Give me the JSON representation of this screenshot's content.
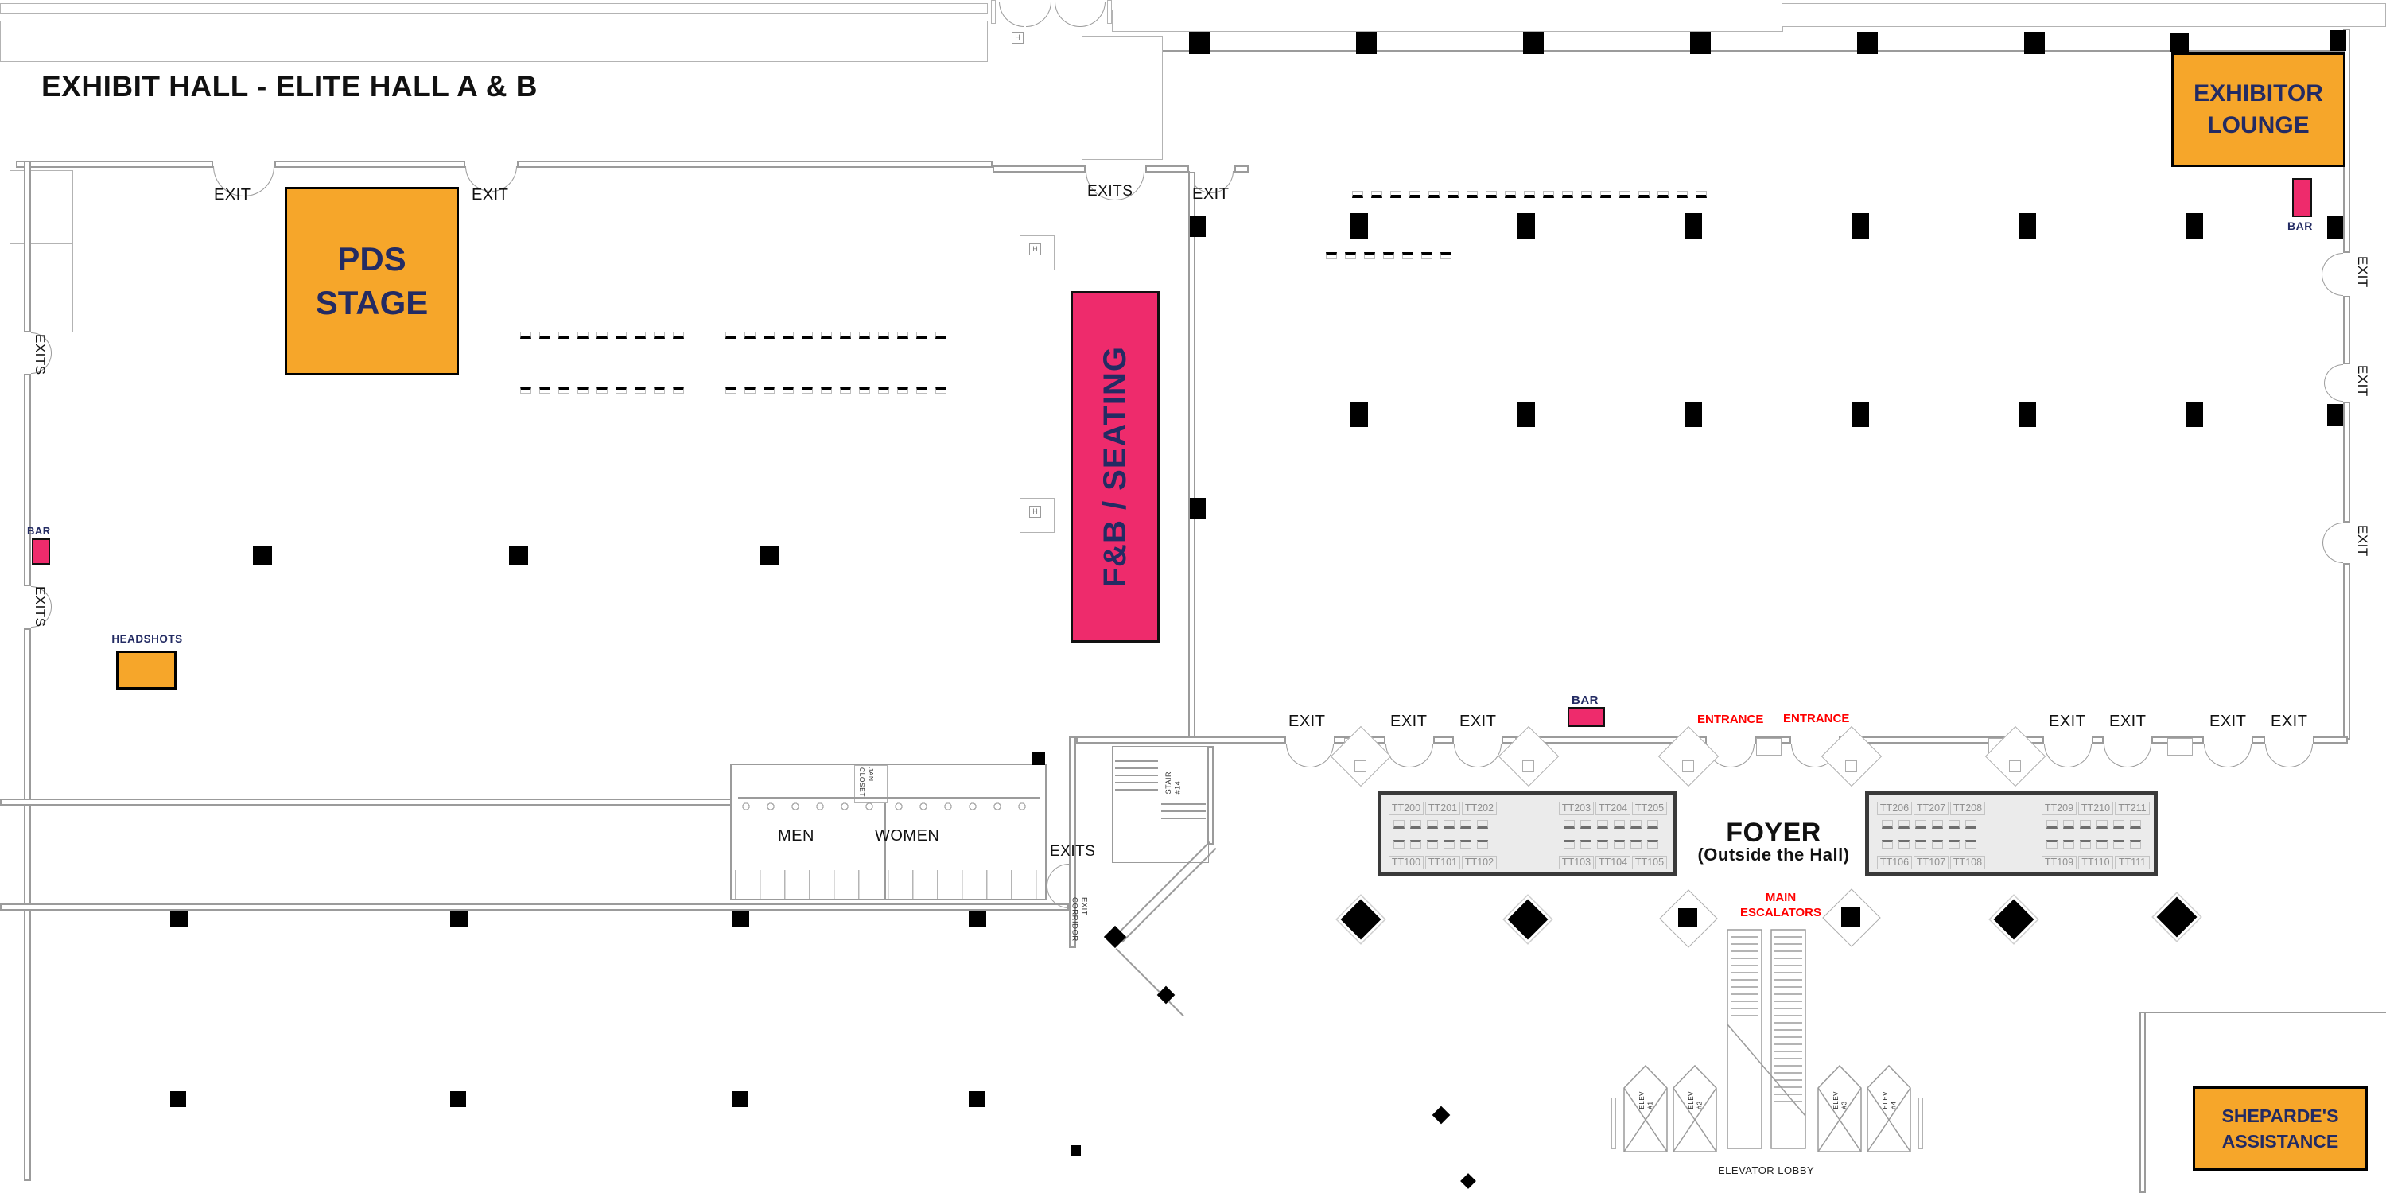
{
  "title": "EXHIBIT HALL - ELITE HALL A & B",
  "colors": {
    "orange": "#F6A62A",
    "pink": "#EE2B6C",
    "navy": "#232B63",
    "red": "#FF0000"
  },
  "areas": {
    "pds_stage": "PDS\nSTAGE",
    "exhibitor_lounge": "EXHIBITOR\nLOUNGE",
    "fb_seating": "F&B / SEATING",
    "headshots": "HEADSHOTS",
    "shepardes_assistance": "SHEPARDE'S\nASSISTANCE",
    "foyer": {
      "title": "FOYER",
      "subtitle": "(Outside the Hall)"
    },
    "elevator_lobby": "ELEVATOR LOBBY",
    "main_escalators": "MAIN\nESCALATORS",
    "exit_corridor": "EXIT\nCORRIDOR",
    "stair_14": "STAIR\n#14",
    "jan_closet": "JAN\nCLOSET",
    "men": "MEN",
    "women": "WOMEN"
  },
  "labels": {
    "exit": "EXIT",
    "exits": "EXITS",
    "entrance": "ENTRANCE",
    "bar": "BAR",
    "h_marker": "H"
  },
  "elevators": [
    "ELEV\n#1",
    "ELEV\n#2",
    "ELEV\n#3",
    "ELEV\n#4"
  ],
  "foyer_tables": {
    "left_block": {
      "top": [
        "TT200",
        "TT201",
        "TT202",
        "TT203",
        "TT204",
        "TT205"
      ],
      "bottom": [
        "TT100",
        "TT101",
        "TT102",
        "TT103",
        "TT104",
        "TT105"
      ]
    },
    "right_block": {
      "top": [
        "TT206",
        "TT207",
        "TT208",
        "TT209",
        "TT210",
        "TT211"
      ],
      "bottom": [
        "TT106",
        "TT107",
        "TT108",
        "TT109",
        "TT110",
        "TT111"
      ]
    }
  }
}
